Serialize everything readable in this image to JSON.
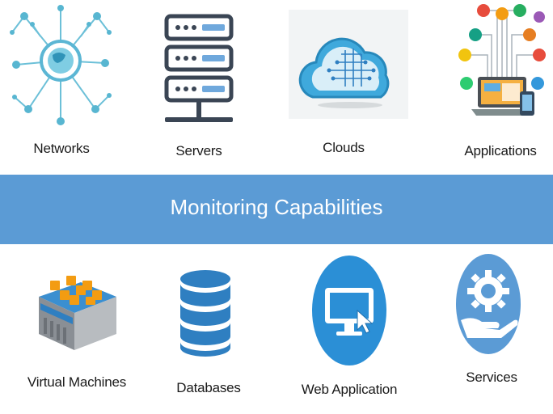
{
  "banner": {
    "title": "Monitoring Capabilities"
  },
  "top_items": [
    {
      "label": "Networks",
      "icon": "network-globe-icon"
    },
    {
      "label": "Servers",
      "icon": "server-rack-icon"
    },
    {
      "label": "Clouds",
      "icon": "cloud-circuit-icon"
    },
    {
      "label": "Applications",
      "icon": "applications-laptop-icon"
    }
  ],
  "bottom_items": [
    {
      "label": "Virtual Machines",
      "icon": "virtual-machine-icon"
    },
    {
      "label": "Databases",
      "icon": "database-icon"
    },
    {
      "label": "Web Application",
      "icon": "web-application-icon"
    },
    {
      "label": "Services",
      "icon": "services-gear-hand-icon"
    }
  ],
  "colors": {
    "banner": "#5b9bd5",
    "primary_blue": "#2f7fc1",
    "light_blue": "#45a6dd",
    "dark": "#3a4554",
    "orange": "#f39c12"
  }
}
